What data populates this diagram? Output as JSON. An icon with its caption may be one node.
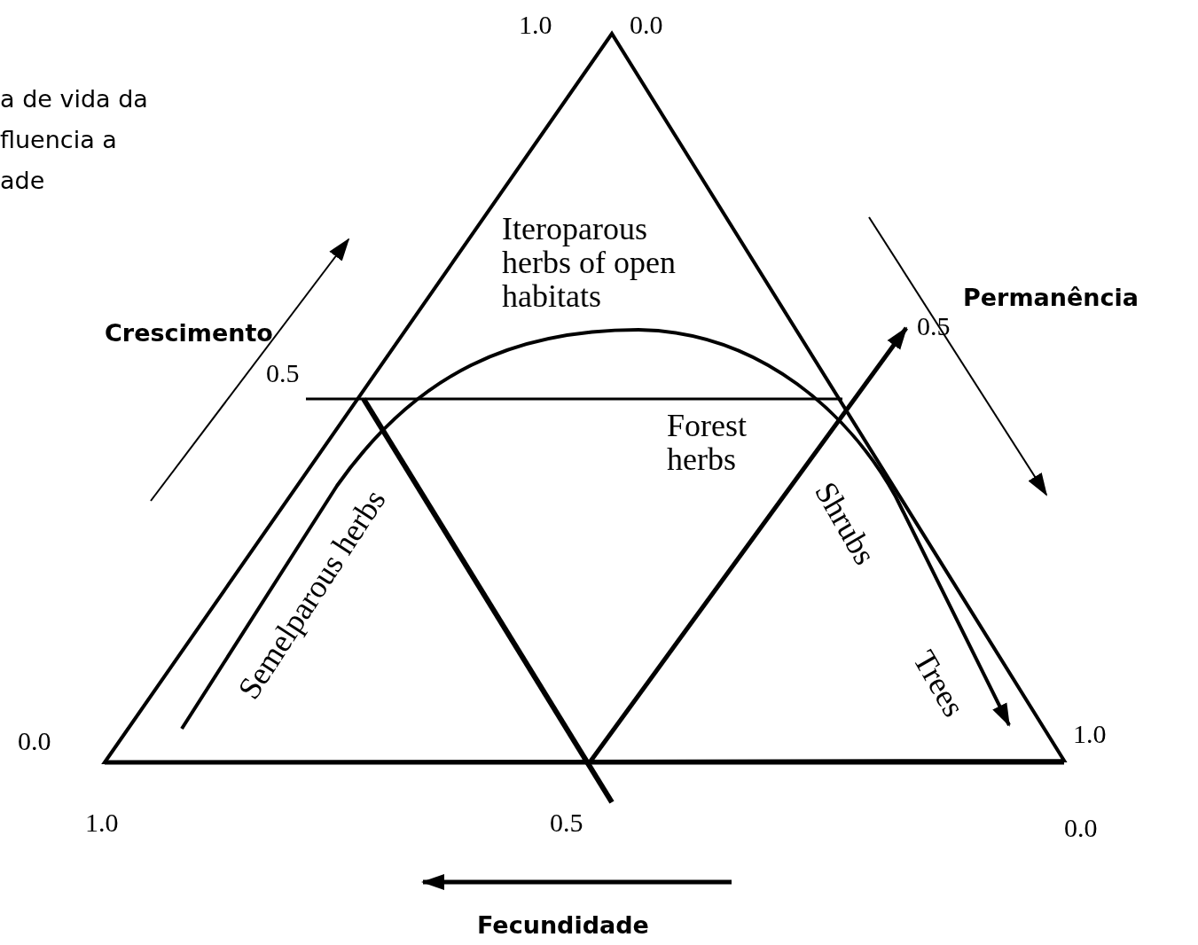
{
  "diagram": {
    "labels": [
      "1.0",
      "0.0",
      "a de vida da",
      "fluencia a",
      "ade",
      "Iteroparous herbs of open habitats",
      "Permanência",
      "Crescimento",
      "0.5",
      "0.5",
      "Forest herbs",
      "Semelparous herbs",
      "Shrubs",
      "Trees",
      "0.0",
      "1.0",
      "1.0",
      "0.5",
      "0.0",
      "Fecundidade"
    ]
  }
}
